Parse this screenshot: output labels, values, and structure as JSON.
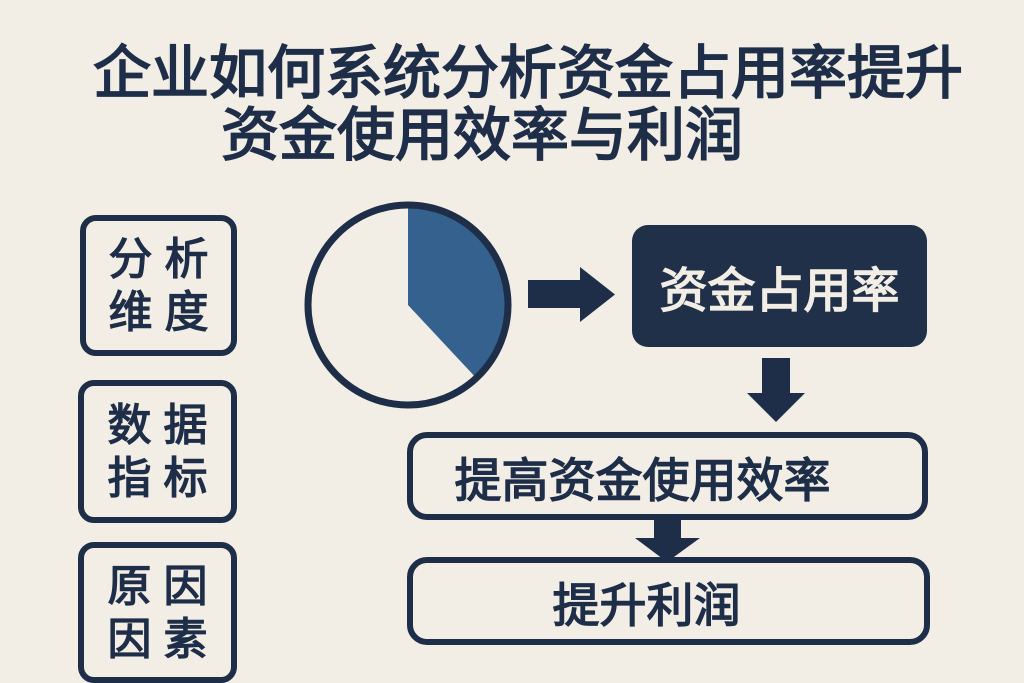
{
  "title": {
    "line1": "企业如何系统分析资金占用率提升",
    "line2": "资金使用效率与利润"
  },
  "dimension_boxes": [
    {
      "line1": "分析",
      "line2": "维度"
    },
    {
      "line1": "数据",
      "line2": "指标"
    },
    {
      "line1": "原因",
      "line2": "因素"
    }
  ],
  "flow": {
    "metric_label": "资金占用率",
    "outcome1_label": "提高资金使用效率",
    "outcome2_label": "提升利润"
  },
  "icons": {
    "right_arrow": "arrow-right-icon",
    "down_arrow": "arrow-down-icon"
  },
  "colors": {
    "background": "#f2eee5",
    "navy": "#1f2e48",
    "metric_box_fill": "#213049",
    "metric_text": "#f2eee5",
    "pie_slice_blue": "#35618e"
  },
  "chart_data": {
    "type": "pie",
    "title": "",
    "slices": [
      {
        "value_percent": 38,
        "color": "#35618e"
      },
      {
        "value_percent": 62,
        "color": "#f2eee5"
      }
    ],
    "start_angle_deg": 0,
    "end_angle_deg": 137,
    "legend": "none",
    "labels": "none"
  }
}
